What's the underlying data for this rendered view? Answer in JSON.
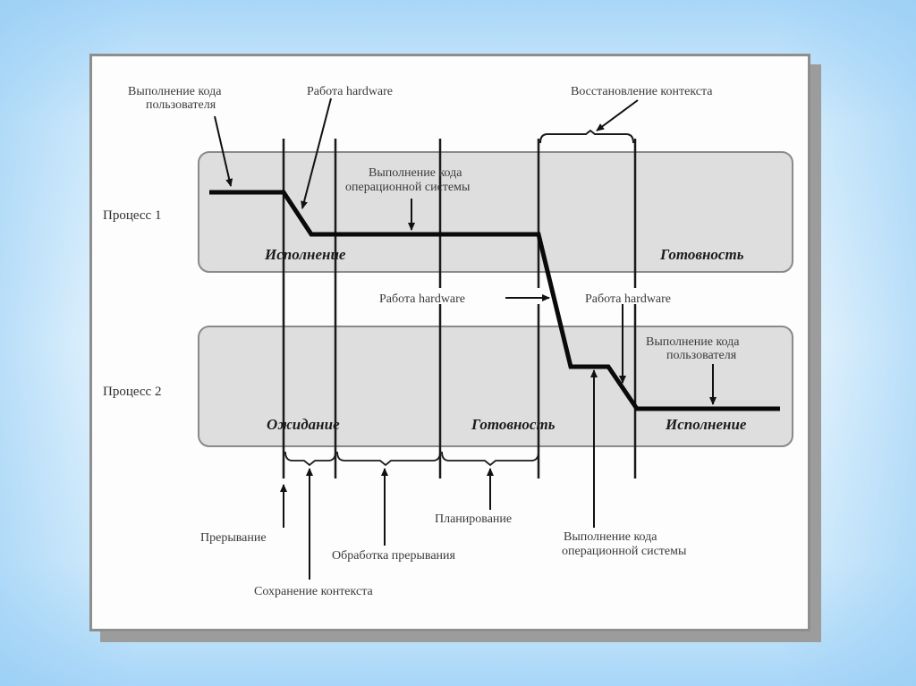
{
  "diagram": {
    "processes": [
      {
        "label": "Процесс 1",
        "states": [
          "Исполнение",
          "Готовность"
        ]
      },
      {
        "label": "Процесс 2",
        "states": [
          "Ожидание",
          "Готовность",
          "Исполнение"
        ]
      }
    ],
    "top_labels": {
      "user_code_1": [
        "Выполнение кода",
        "пользователя"
      ],
      "hw_1": "Работа hardware",
      "os_code": [
        "Выполнение кода",
        "операционной системы"
      ],
      "context_restore": "Восстановление контекста"
    },
    "middle_labels": {
      "hw_2": "Работа hardware",
      "hw_3": "Работа hardware",
      "user_code_2": [
        "Выполнение кода",
        "пользователя"
      ]
    },
    "bottom_labels": {
      "interrupt": "Прерывание",
      "context_save": "Сохранение контекста",
      "interrupt_handling": "Обработка прерывания",
      "scheduling": "Планирование",
      "os_code_2": [
        "Выполнение кода",
        "операционной системы"
      ]
    }
  }
}
